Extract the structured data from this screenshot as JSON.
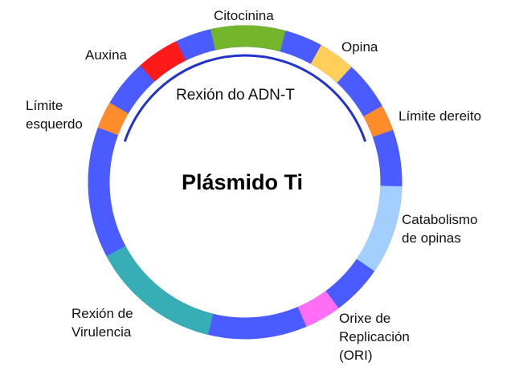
{
  "title": "Plásmido Ti",
  "tdna_region_label": "Rexión do ADN-T",
  "colors": {
    "backbone": "#4a5cff",
    "tdna_arc": "#2233cc"
  },
  "segments": [
    {
      "name": "left-border",
      "start_deg": 290.4,
      "end_deg": 300.5,
      "color": "#ff8c2a"
    },
    {
      "name": "auxin",
      "start_deg": 318.1,
      "end_deg": 334.0,
      "color": "#ff1a1a"
    },
    {
      "name": "cytokinin",
      "start_deg": 347.3,
      "end_deg": 15.0,
      "color": "#74b52c"
    },
    {
      "name": "opine",
      "start_deg": 29.0,
      "end_deg": 42.7,
      "color": "#ffcf5a"
    },
    {
      "name": "right-border",
      "start_deg": 60.9,
      "end_deg": 70.5,
      "color": "#ff8c2a"
    },
    {
      "name": "opine-catabolism",
      "start_deg": 91.5,
      "end_deg": 124.5,
      "color": "#a2cfff"
    },
    {
      "name": "ori",
      "start_deg": 143.4,
      "end_deg": 157.0,
      "color": "#ff6ef5"
    },
    {
      "name": "virulence",
      "start_deg": 193.6,
      "end_deg": 241.9,
      "color": "#37adb5"
    }
  ],
  "tdna_arc": {
    "start_deg": -71.3,
    "end_deg": 71.3
  },
  "labels": {
    "citocinina": "Citocinina",
    "auxina": "Auxina",
    "opina": "Opina",
    "limite_esquerdo": [
      "Límite",
      "esquerdo"
    ],
    "limite_dereito": "Límite dereito",
    "catabolismo": [
      "Catabolismo",
      "de opinas"
    ],
    "ori": [
      "Orixe de",
      "Replicación",
      "(ORI)"
    ],
    "virulencia": [
      "Rexión de",
      "Virulencia"
    ]
  }
}
